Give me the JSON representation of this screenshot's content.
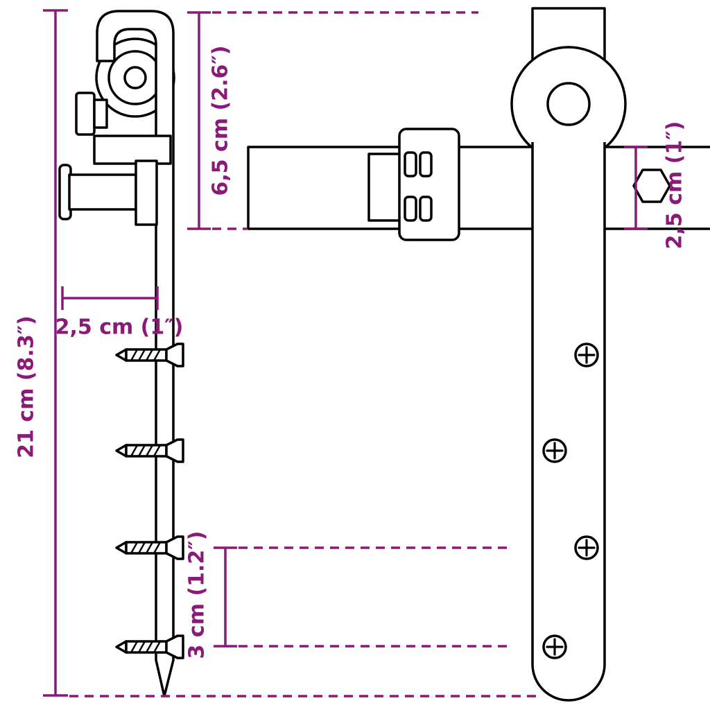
{
  "page": {
    "description": "Technical dimension diagram of sliding barn door roller hanger hardware"
  },
  "colors": {
    "accent": "#8a1a78",
    "ink": "#000000",
    "background": "#ffffff"
  },
  "dimensions": {
    "roller_height": "6,5 cm (2.6″)",
    "bracket_depth": "2,5 cm (1″)",
    "total_length": "21 cm (8.3″)",
    "hole_spacing": "3 cm (1.2″)",
    "rail_height": "2,5 cm (1″)"
  }
}
